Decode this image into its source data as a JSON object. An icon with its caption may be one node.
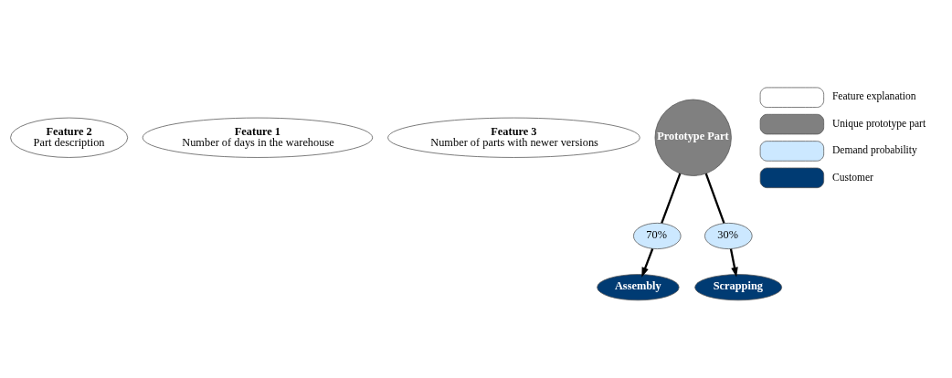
{
  "diagram": {
    "nodes": [
      {
        "text": [
          "Feature 2",
          "Part description"
        ]
      },
      {
        "text": [
          "Feature 1",
          "Number of days in the warehouse"
        ]
      },
      {
        "text": [
          "Feature 3",
          "Number of parts with newer versions"
        ]
      },
      {
        "text": [
          "Prototype Part"
        ]
      },
      {
        "text": [
          "70%"
        ]
      },
      {
        "text": [
          "30%"
        ]
      },
      {
        "text": [
          "Assembly"
        ]
      },
      {
        "text": [
          "Scrapping"
        ]
      }
    ],
    "edges": [
      {
        "from": 3,
        "to": 4,
        "arrow": "none"
      },
      {
        "from": 4,
        "to": 6,
        "arrow": "to"
      },
      {
        "from": 3,
        "to": 5,
        "arrow": "none"
      },
      {
        "from": 5,
        "to": 7,
        "arrow": "to"
      }
    ],
    "legend": [
      {
        "text": "Feature explanation",
        "color": "#ffffff"
      },
      {
        "text": "Unique prototype part",
        "color": "#808080"
      },
      {
        "text": "Demand probability",
        "color": "#cce8ff"
      },
      {
        "text": "Customer",
        "color": "#003b73"
      }
    ]
  }
}
